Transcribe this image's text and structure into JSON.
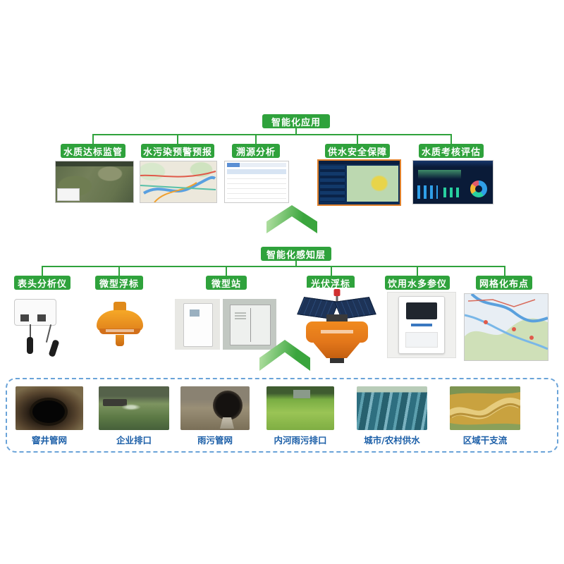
{
  "app_layer": {
    "title": "智能化应用",
    "items": [
      "水质达标监管",
      "水污染预警预报",
      "溯源分析",
      "供水安全保障",
      "水质考核评估"
    ]
  },
  "perception_layer": {
    "title": "智能化感知层",
    "items": [
      "表头分析仪",
      "微型浮标",
      "微型站",
      "光伏浮标",
      "饮用水多参仪",
      "网格化布点"
    ]
  },
  "source_layer": {
    "items": [
      "窨井管网",
      "企业排口",
      "雨污管网",
      "内河雨污排口",
      "城市/农村供水",
      "区域干支流"
    ]
  },
  "colors": {
    "accent_green": "#2fa23c",
    "label_blue": "#1c5fa8",
    "dashed_border_blue": "#6aa3d8",
    "highlight_orange_border": "#e0802a"
  }
}
